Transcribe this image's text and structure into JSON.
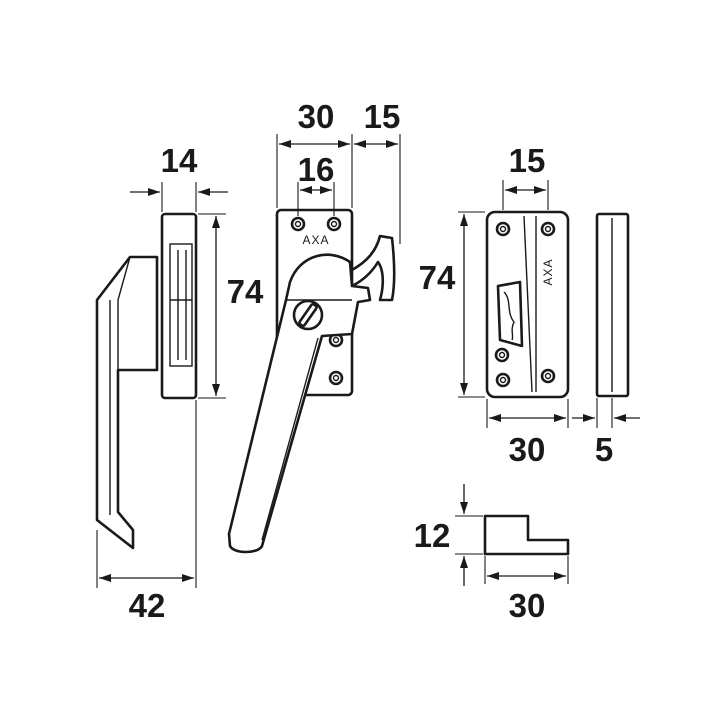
{
  "colors": {
    "line": "#1a1a1a",
    "background": "#ffffff"
  },
  "dimensions": {
    "latch_side_width": "14",
    "latch_side_height": "74",
    "handle_depth": "42",
    "handle_body_width": "30",
    "hook_offset": "15",
    "screw_spacing": "16",
    "keeper_height": "74",
    "keeper_slot_width": "15",
    "keeper_width": "30",
    "spacer_thickness": "5",
    "wedge_height": "12",
    "wedge_width": "30"
  },
  "brand_marks": {
    "handle": "AXA",
    "keeper": "AXA"
  }
}
